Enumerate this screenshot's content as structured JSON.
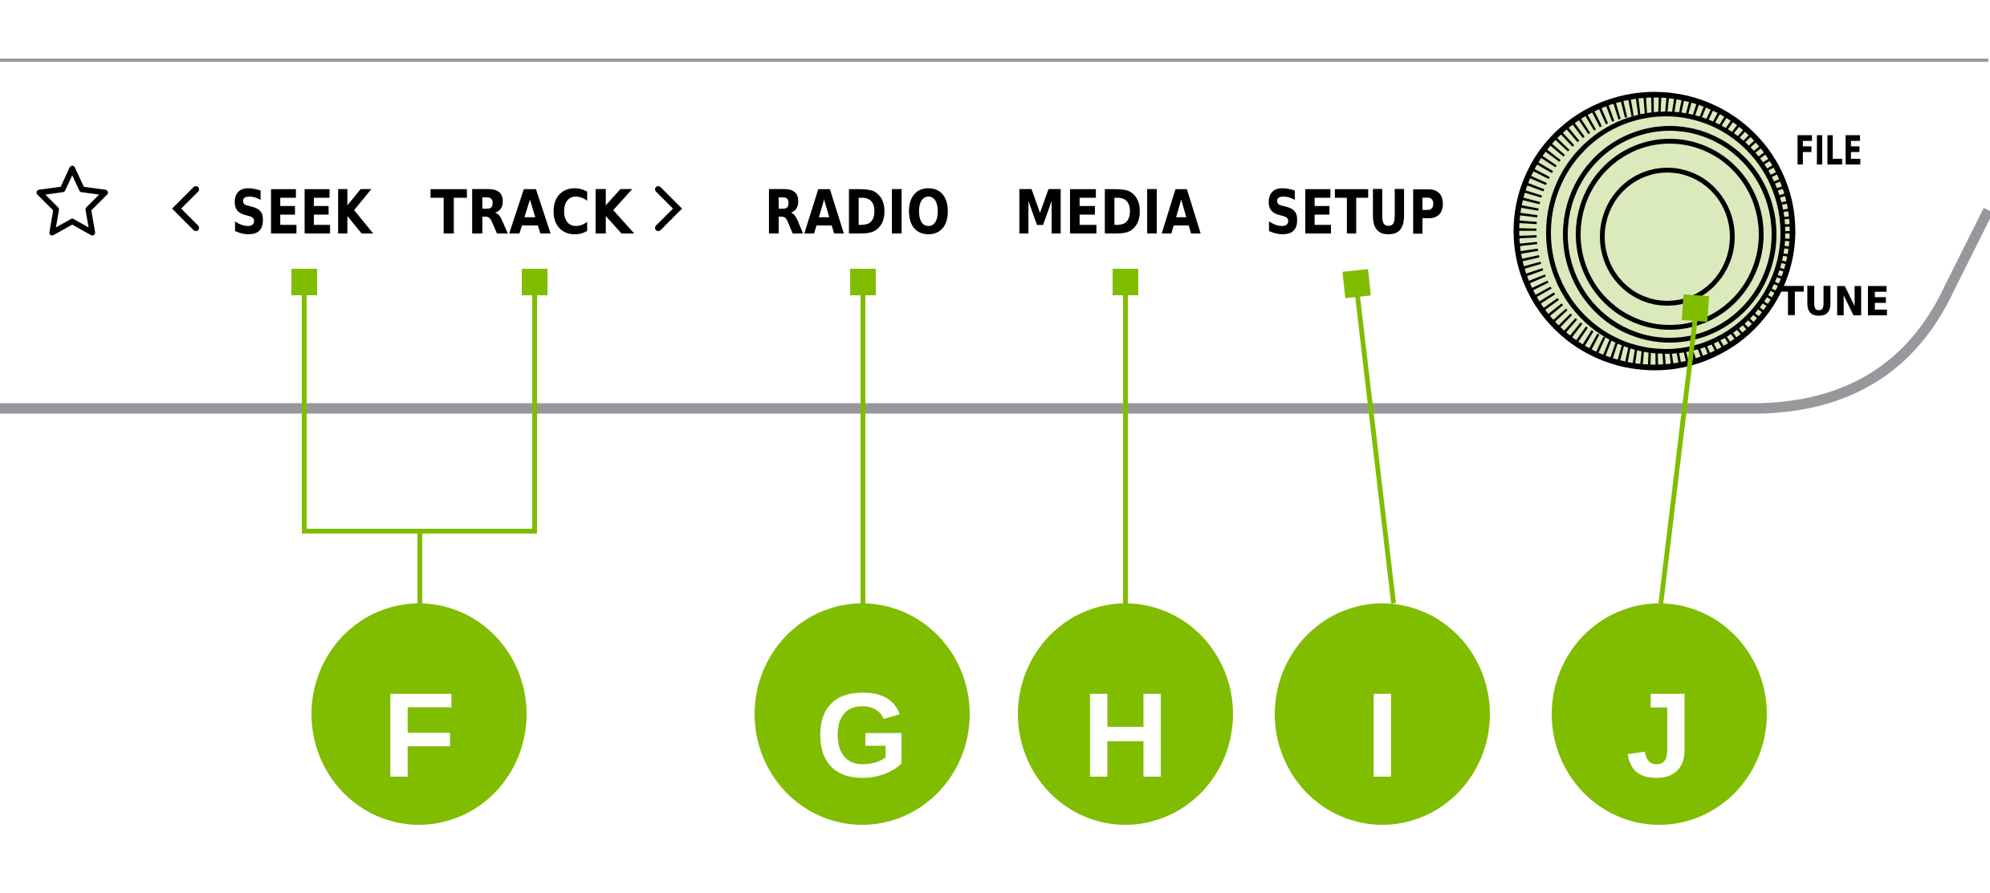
{
  "colors": {
    "accent": "#80bd00",
    "knob_fill": "#dbeabc",
    "panel_line": "#98989c",
    "text": "#000000"
  },
  "buttons": {
    "favorite": {
      "icon": "star-icon"
    },
    "seek": {
      "label": "SEEK",
      "icon": "chevron-left-icon"
    },
    "track": {
      "label": "TRACK",
      "icon": "chevron-right-icon"
    },
    "radio": {
      "label": "RADIO"
    },
    "media": {
      "label": "MEDIA"
    },
    "setup": {
      "label": "SETUP"
    }
  },
  "knob": {
    "top_label": "FILE",
    "bottom_label": "TUNE"
  },
  "callouts": {
    "f": "F",
    "g": "G",
    "h": "H",
    "i": "I",
    "j": "J"
  }
}
